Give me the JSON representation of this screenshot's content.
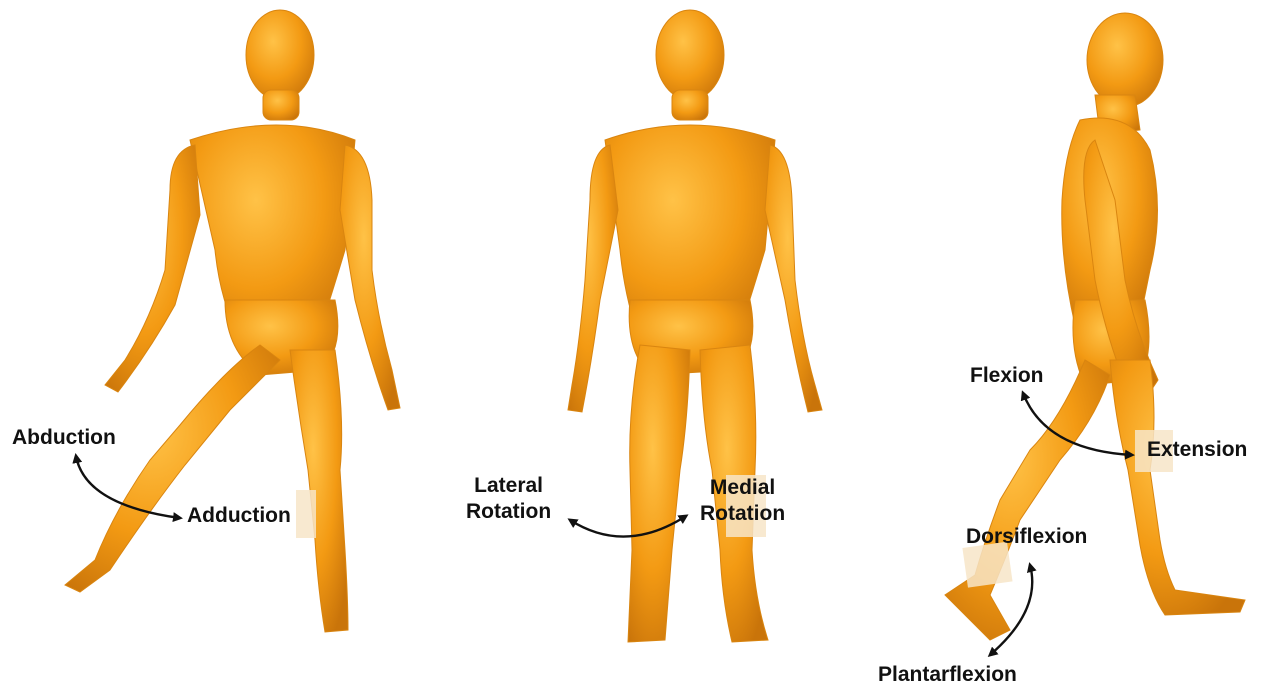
{
  "figure": {
    "colors": {
      "body": "#f39a13",
      "body_dark": "#c9740a",
      "body_light": "#ffc247",
      "arrow": "#111111",
      "label_text": "#111111",
      "highlight": "#f7e6c8"
    },
    "panels": [
      {
        "id": "abduction-adduction",
        "pose": "front, leg raised sideways",
        "labels": {
          "abduction": "Abduction",
          "adduction": "Adduction"
        }
      },
      {
        "id": "rotation",
        "pose": "front, standing",
        "labels": {
          "lateral_line1": "Lateral",
          "lateral_line2": "Rotation",
          "medial_line1": "Medial",
          "medial_line2": "Rotation"
        }
      },
      {
        "id": "flexion-extension",
        "pose": "side, walking",
        "labels": {
          "flexion": "Flexion",
          "extension": "Extension",
          "dorsiflexion": "Dorsiflexion",
          "plantarflexion": "Plantarflexion"
        }
      }
    ]
  }
}
